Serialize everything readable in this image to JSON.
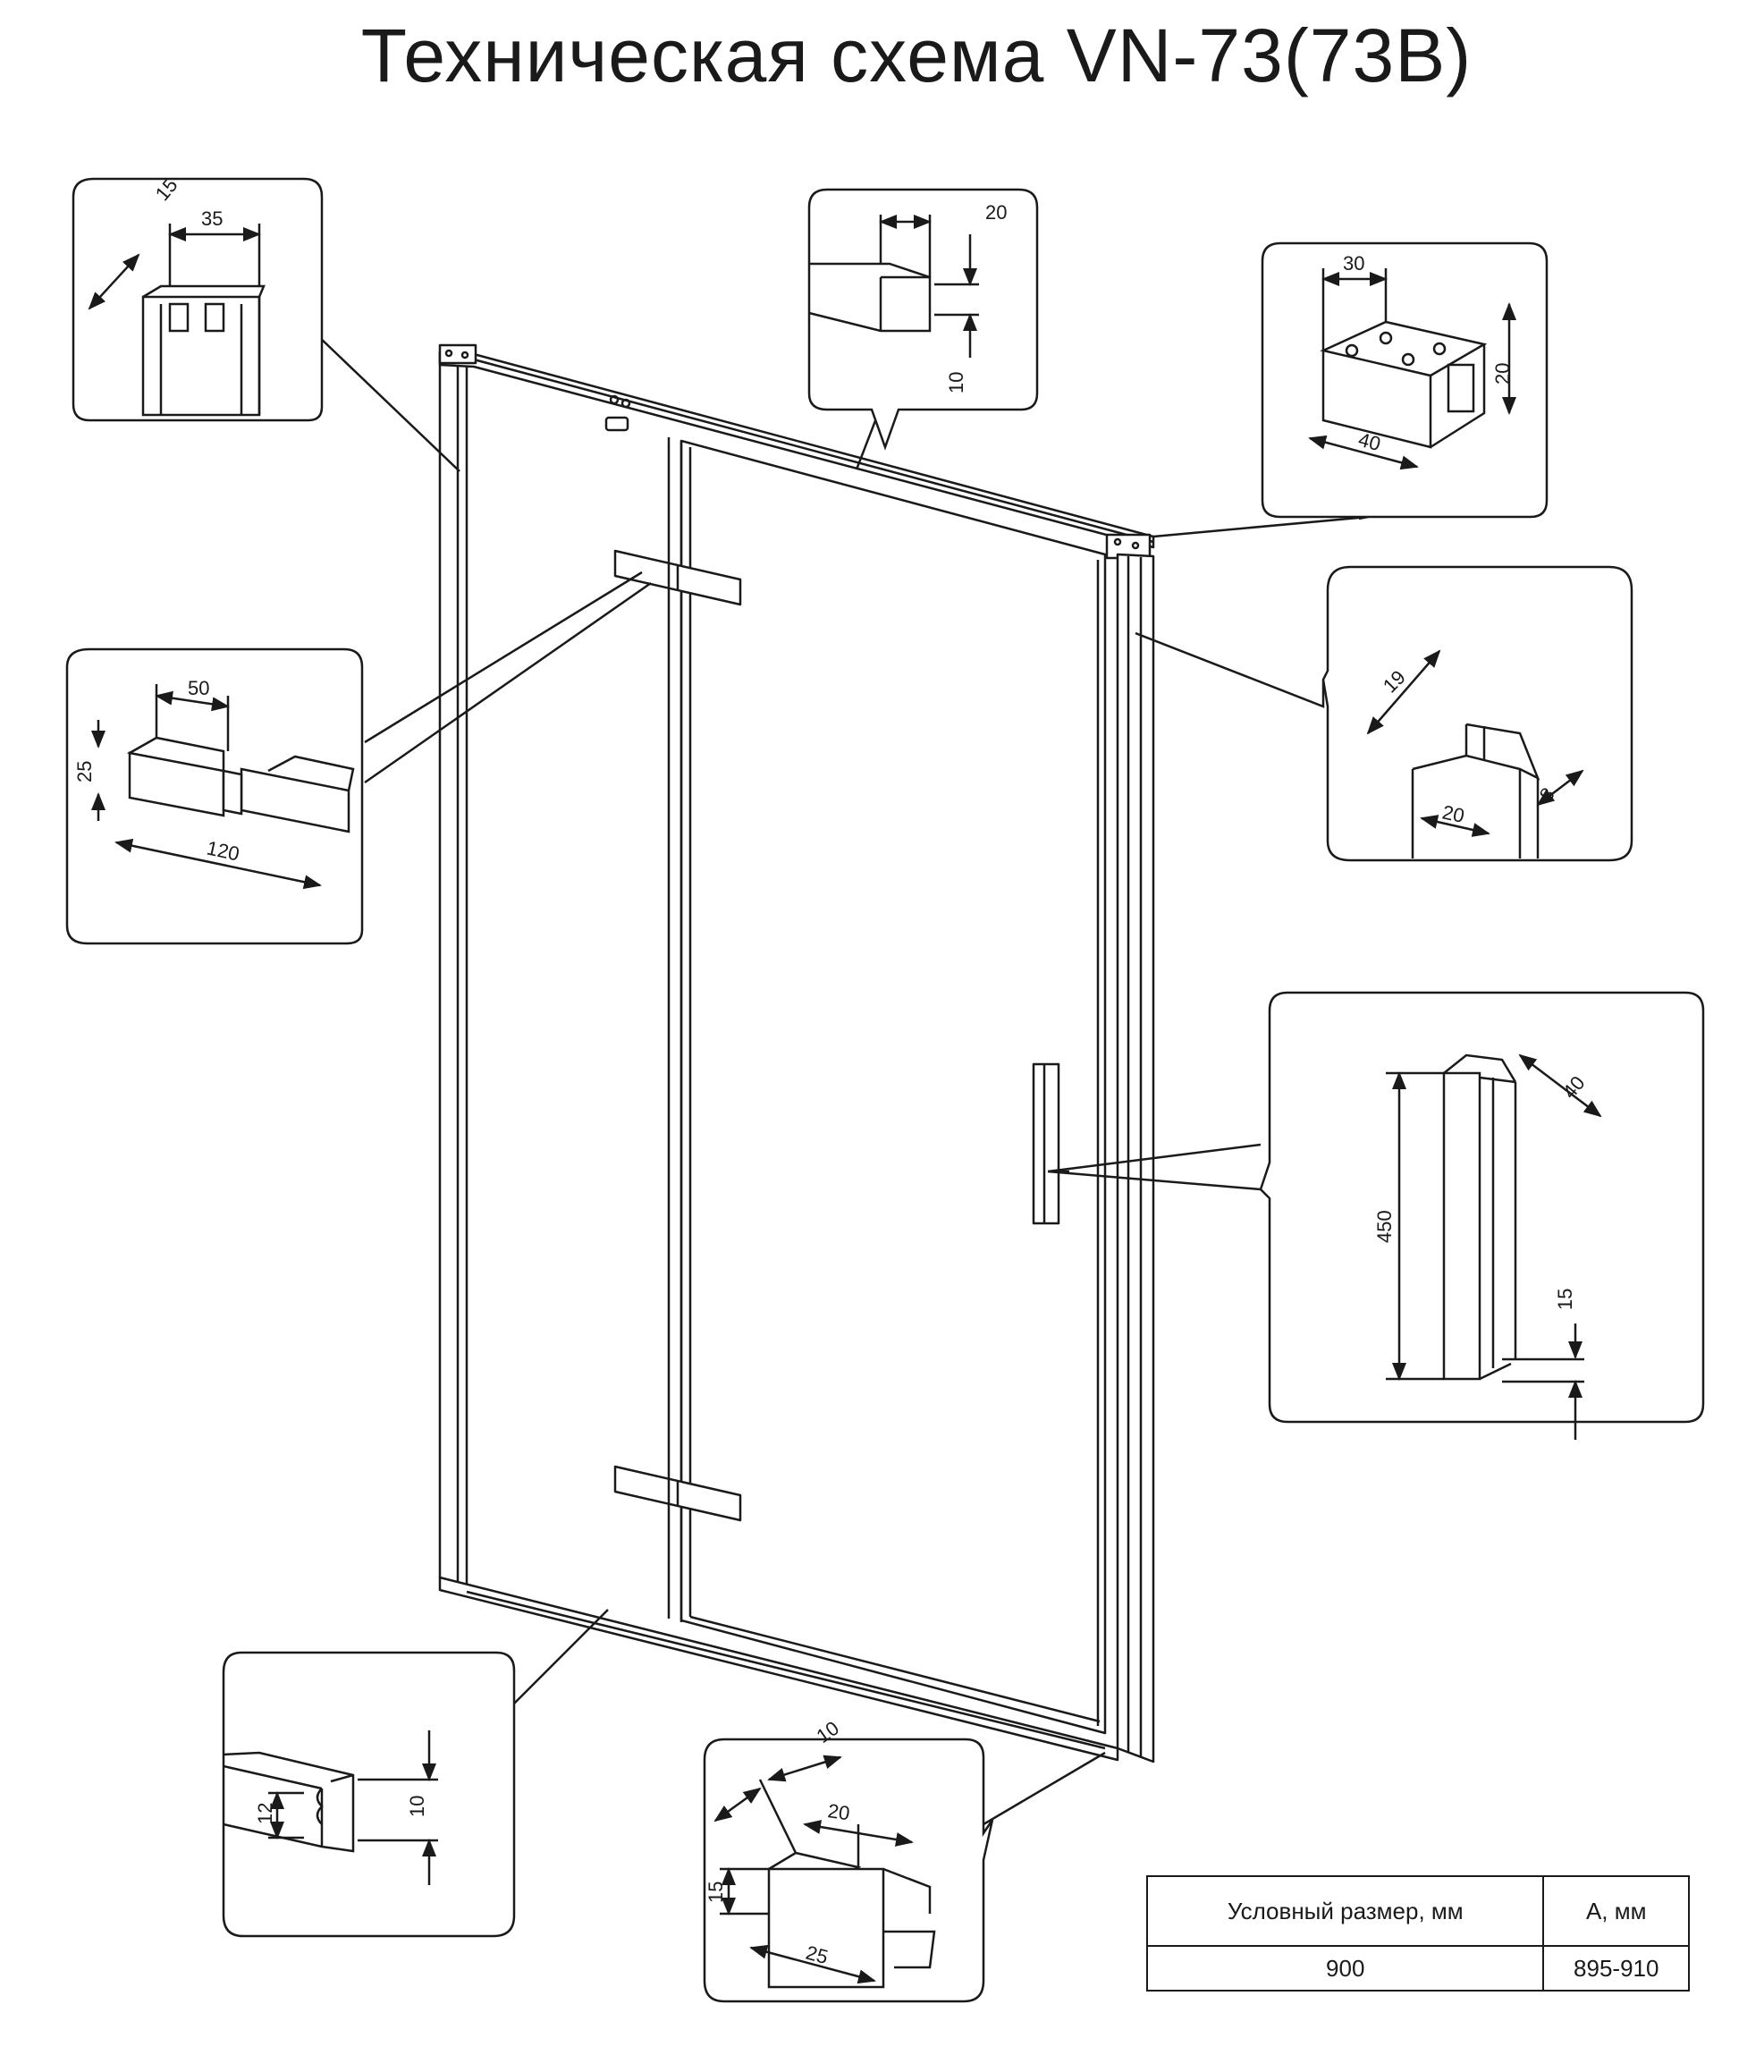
{
  "title": "Техническая схема VN-73(73В)",
  "callouts": {
    "wall_profile": {
      "d1": "15",
      "d2": "35"
    },
    "top_rail": {
      "d1": "20",
      "d2": "10"
    },
    "corner_bracket": {
      "d1": "30",
      "d2": "20",
      "d3": "40"
    },
    "hinge": {
      "d1": "50",
      "d2": "25",
      "d3": "120"
    },
    "magnetic_profile": {
      "d1": "19",
      "d2": "20",
      "d3": "8"
    },
    "handle": {
      "d1": "40",
      "d2": "450",
      "d3": "15"
    },
    "bottom_profile": {
      "d1": "12",
      "d2": "10"
    },
    "door_stop": {
      "d1": "10",
      "d2": "20",
      "d3": "15",
      "d4": "25"
    }
  },
  "table": {
    "headers": [
      "Условный размер, мм",
      "А, мм"
    ],
    "rows": [
      [
        "900",
        "895-910"
      ]
    ]
  }
}
